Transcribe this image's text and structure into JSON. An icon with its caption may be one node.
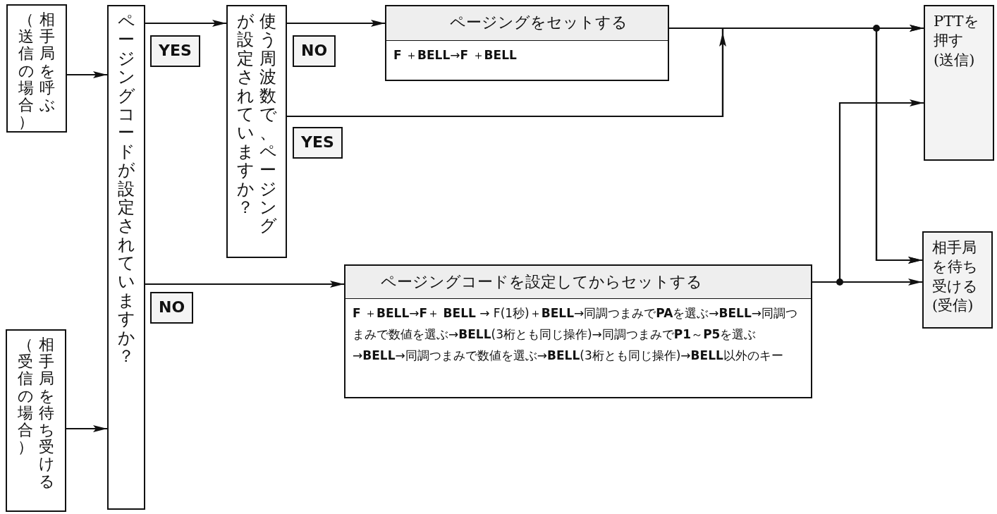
{
  "diagram": {
    "nodes": [
      {
        "text": [
          "（送信の場合）",
          "相手局を呼ぶ"
        ]
      },
      {
        "text": [
          "（受信の場合）",
          "相手局を待ち受ける"
        ]
      },
      {
        "text": [
          "ページングコードが設定されていますか？"
        ]
      },
      {
        "text": [
          "が設定されていますか？",
          "使う周波数で、ページング"
        ]
      },
      {
        "text": [
          "ページングをセットする",
          "**F** ＋**BELL**→**F** ＋**BELL**"
        ]
      },
      {
        "text": [
          "ページングコードを設定してからセットする",
          "**F** ＋**BELL**→**F**＋ **BELL** → F(1秒)＋**BELL**→同調つまみで**PA**を選ぶ→**BELL**→同調つまみで数値を選ぶ→**BELL**(3桁とも同じ操作)→同調つまみで**P1**～**P5**を選ぶ→**BELL**→同調つまみで数値を選ぶ→**BELL**(3桁とも同じ操作)→**BELL**以外のキー"
        ]
      },
      {
        "text": [
          "PTTを押す(送信)"
        ]
      },
      {
        "text": [
          "相手局を待ち受ける(受信)"
        ]
      }
    ],
    "edges": [
      {
        "from": 0,
        "to": 2,
        "arrow": "to"
      },
      {
        "from": 1,
        "to": 2,
        "arrow": "to"
      },
      {
        "from": 2,
        "to": 3,
        "arrow": "to",
        "label": "YES"
      },
      {
        "from": 2,
        "to": 5,
        "arrow": "to",
        "label": "NO"
      },
      {
        "from": 3,
        "to": 4,
        "arrow": "to",
        "label": "NO"
      },
      {
        "from": 3,
        "to": 6,
        "arrow": "to",
        "label": "YES"
      },
      {
        "from": 3,
        "to": 7,
        "arrow": "to"
      },
      {
        "from": 4,
        "to": 6,
        "arrow": "to"
      },
      {
        "from": 4,
        "to": 7,
        "arrow": "to"
      },
      {
        "from": 5,
        "to": 6,
        "arrow": "to"
      },
      {
        "from": 5,
        "to": 7,
        "arrow": "to"
      }
    ]
  }
}
